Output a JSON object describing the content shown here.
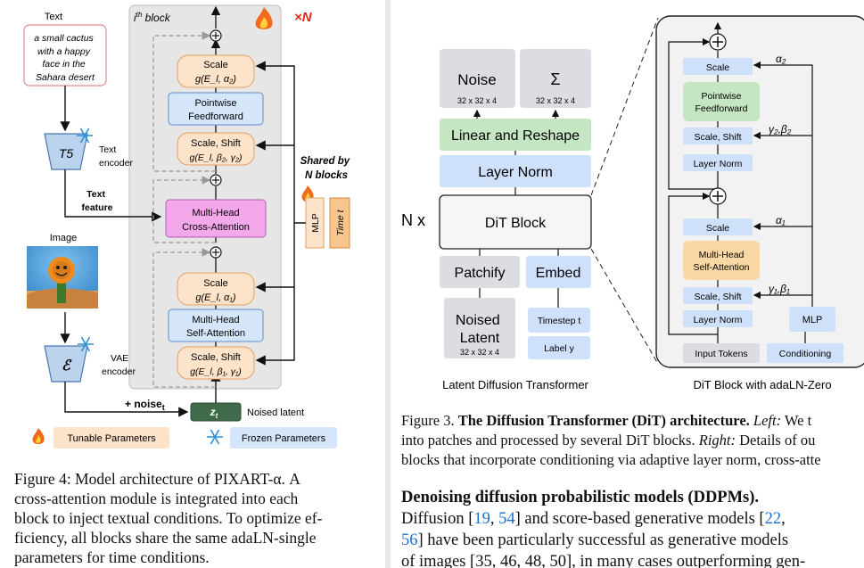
{
  "left_figure": {
    "text_label": "Text",
    "prompt": [
      "a small cactus",
      "with a happy",
      "face in the",
      "Sahara desert"
    ],
    "t5_label": "T5",
    "text_encoder": [
      "Text",
      "encoder"
    ],
    "text_feature": [
      "Text",
      "feature"
    ],
    "image_label": "Image",
    "vae_symbol": "ℰ",
    "vae_encoder": [
      "VAE",
      "encoder"
    ],
    "block_title": "i",
    "block_title_sup": "th",
    "block_title_rest": " block",
    "times_n": "×N",
    "scale2": [
      "Scale",
      "g(E_l, α₂)"
    ],
    "pointwise": [
      "Pointwise",
      "Feedforward"
    ],
    "scale_shift2": [
      "Scale, Shift",
      "g(E_l, β₂, γ₂)"
    ],
    "cross_attn": [
      "Multi-Head",
      "Cross-Attention"
    ],
    "scale1": [
      "Scale",
      "g(E_l, α₁)"
    ],
    "self_attn": [
      "Multi-Head",
      "Self-Attention"
    ],
    "scale_shift1": [
      "Scale, Shift",
      "g(E_l, β₁, γ₁)"
    ],
    "shared": [
      "Shared by",
      "N blocks"
    ],
    "mlp": "MLP",
    "time_t": "Time t",
    "noise": "+ noise",
    "noise_sub": "t",
    "zt": "z",
    "zt_sub": "t",
    "noised_latent": "Noised latent",
    "tunable": "Tunable Parameters",
    "frozen": "Frozen Parameters",
    "caption": [
      "Figure 4:  Model architecture of PIXART-α.  A",
      "cross-attention module is integrated into each",
      "block to inject textual conditions. To optimize ef-",
      "ficiency, all blocks share the same adaLN-single",
      "parameters for time conditions."
    ]
  },
  "right_figure": {
    "noise": "Noise",
    "noise_dim": "32 x 32 x 4",
    "sigma": "Σ",
    "sigma_dim": "32 x 32 x 4",
    "linear": "Linear and Reshape",
    "layer_norm": "Layer Norm",
    "nx": "N x",
    "dit_block": "DiT Block",
    "patchify": "Patchify",
    "embed": "Embed",
    "noised_latent": [
      "Noised",
      "Latent"
    ],
    "latent_dim": "32 x 32 x 4",
    "timestep": "Timestep t",
    "label_y": "Label y",
    "left_title": "Latent Diffusion Transformer",
    "r_scale2": "Scale",
    "r_pointwise": [
      "Pointwise",
      "Feedforward"
    ],
    "r_scale_shift2": "Scale, Shift",
    "r_layer_norm2": "Layer Norm",
    "r_scale1": "Scale",
    "r_self_attn": [
      "Multi-Head",
      "Self-Attention"
    ],
    "r_scale_shift1": "Scale, Shift",
    "r_layer_norm1": "Layer Norm",
    "r_mlp": "MLP",
    "input_tokens": "Input Tokens",
    "conditioning": "Conditioning",
    "alpha2": "α₂",
    "gb2": "γ₂,β₂",
    "alpha1": "α₁",
    "gb1": "γ₁,β₁",
    "right_title": "DiT Block with adaLN-Zero",
    "caption_fig": "Figure 3.",
    "caption_bold": "The Diffusion Transformer (DiT) architecture.",
    "caption_left": "Left:",
    "caption_rest1": "We t",
    "caption_line2a": "into patches and processed by several DiT blocks.",
    "caption_right": "Right:",
    "caption_line2b": "Details of ou",
    "caption_line3": "blocks that incorporate conditioning via adaptive layer norm, cross-atte",
    "para_heading": "Denoising  diffusion  probabilistic  models  (DDPMs).",
    "para_line1a": "Diffusion [",
    "ref19": "19",
    "ref54": "54",
    "para_line1b": "] and score-based generative models [",
    "ref22": "22",
    "ref56": "56",
    "para_line2": "] have been particularly successful as generative models",
    "para_line3": "of images [35, 46, 48, 50], in many cases outperforming gen-"
  }
}
